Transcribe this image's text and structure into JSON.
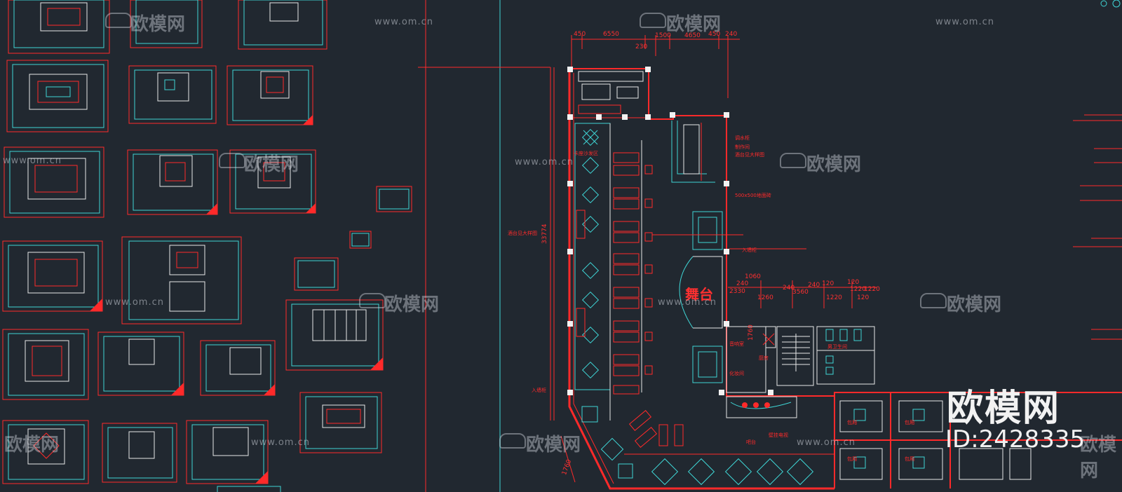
{
  "watermarks": {
    "brand_text": "欧模网",
    "url_text": "www.om.cn"
  },
  "brand": {
    "name": "欧模网",
    "id": "ID:2428335"
  },
  "plan": {
    "stage": "舞台",
    "top_dimensions": [
      "450",
      "6550",
      "230",
      "1500",
      "4650",
      "450",
      "240"
    ],
    "mid_dimensions": [
      "1060",
      "240",
      "2330",
      "1260",
      "240",
      "3560",
      "240",
      "120",
      "1220",
      "120",
      "1220",
      "1220",
      "120"
    ],
    "vertical_dimensions": [
      "33774",
      "1760",
      "1760"
    ],
    "room_labels": [
      "调水柜",
      "制作间",
      "酒台见大样图",
      "卡座沙发区",
      "500x500地面砖",
      "入墙柜",
      "酒台见大样图",
      "音响室",
      "厨房",
      "化妆间",
      "男卫生间",
      "吧台",
      "包厢",
      "包厢",
      "包厢",
      "包厢",
      "入墙柜",
      "壁挂电视"
    ]
  },
  "colors": {
    "background": "#212830",
    "cad_red": "#ff2a2a",
    "cad_cyan": "#3fd5d5",
    "cad_white": "#e8e8e8",
    "watermark": "#d7dce4"
  }
}
